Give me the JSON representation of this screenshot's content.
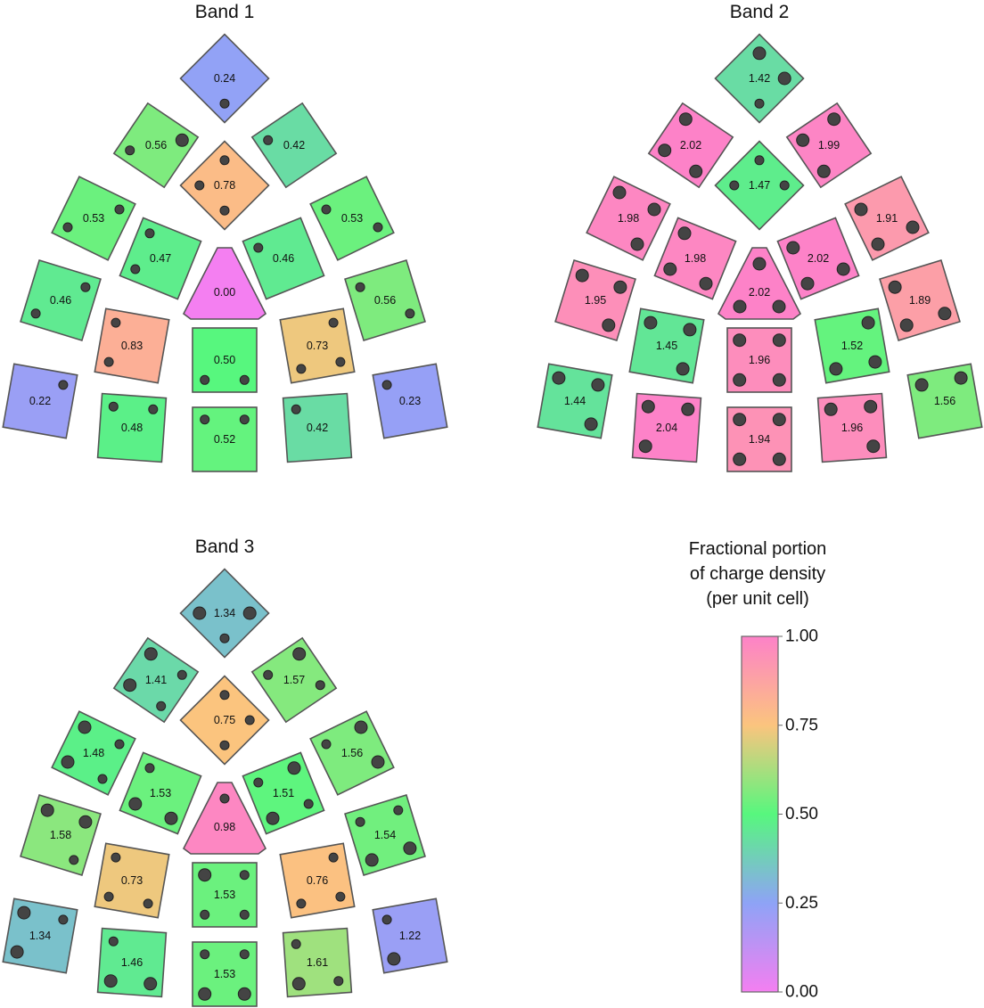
{
  "bands": [
    {
      "title": "Band 1",
      "tiles": [
        {
          "label": "0.24",
          "value": 0.24,
          "dots": [
            0,
            0,
            0,
            2
          ]
        },
        {
          "label": "0.56",
          "value": 0.56,
          "dots": [
            0,
            3,
            2,
            0
          ]
        },
        {
          "label": "0.42",
          "value": 0.42,
          "dots": [
            2,
            0,
            0,
            0
          ]
        },
        {
          "label": "0.78",
          "value": 0.78,
          "dots": [
            2,
            0,
            2,
            2
          ]
        },
        {
          "label": "0.53",
          "value": 0.53,
          "dots": [
            0,
            2,
            2,
            0
          ]
        },
        {
          "label": "0.53",
          "value": 0.53,
          "dots": [
            2,
            0,
            0,
            2
          ]
        },
        {
          "label": "0.47",
          "value": 0.47,
          "dots": [
            2,
            0,
            2,
            0
          ]
        },
        {
          "label": "0.46",
          "value": 0.46,
          "dots": [
            2,
            0,
            0,
            0
          ]
        },
        {
          "label": "0.00",
          "value": 0.0,
          "dots": [
            0,
            0,
            0
          ]
        },
        {
          "label": "0.46",
          "value": 0.46,
          "dots": [
            0,
            2,
            2,
            0
          ]
        },
        {
          "label": "0.56",
          "value": 0.56,
          "dots": [
            2,
            0,
            0,
            2
          ]
        },
        {
          "label": "0.83",
          "value": 0.83,
          "dots": [
            2,
            0,
            2,
            0
          ]
        },
        {
          "label": "0.50",
          "value": 0.5,
          "dots": [
            0,
            0,
            2,
            2
          ]
        },
        {
          "label": "0.73",
          "value": 0.73,
          "dots": [
            0,
            2,
            2,
            2
          ]
        },
        {
          "label": "0.22",
          "value": 0.22,
          "dots": [
            0,
            2,
            0,
            0
          ]
        },
        {
          "label": "0.48",
          "value": 0.48,
          "dots": [
            2,
            2,
            0,
            0
          ]
        },
        {
          "label": "0.52",
          "value": 0.52,
          "dots": [
            2,
            2,
            0,
            0
          ]
        },
        {
          "label": "0.42",
          "value": 0.42,
          "dots": [
            2,
            0,
            0,
            0
          ]
        },
        {
          "label": "0.23",
          "value": 0.23,
          "dots": [
            2,
            0,
            0,
            0
          ]
        }
      ]
    },
    {
      "title": "Band 2",
      "tiles": [
        {
          "label": "1.42",
          "value": 0.42,
          "dots": [
            3,
            3,
            0,
            2
          ]
        },
        {
          "label": "2.02",
          "value": 1.0,
          "dots": [
            3,
            0,
            3,
            3
          ]
        },
        {
          "label": "1.99",
          "value": 0.99,
          "dots": [
            3,
            3,
            3,
            0
          ]
        },
        {
          "label": "1.47",
          "value": 0.47,
          "dots": [
            2,
            2,
            2,
            0
          ]
        },
        {
          "label": "1.98",
          "value": 0.98,
          "dots": [
            3,
            3,
            0,
            3
          ]
        },
        {
          "label": "1.91",
          "value": 0.91,
          "dots": [
            3,
            0,
            3,
            3
          ]
        },
        {
          "label": "1.98",
          "value": 0.98,
          "dots": [
            3,
            0,
            3,
            3
          ]
        },
        {
          "label": "2.02",
          "value": 1.0,
          "dots": [
            3,
            0,
            3,
            3
          ]
        },
        {
          "label": "2.02",
          "value": 1.0,
          "dots": [
            3,
            3,
            3
          ]
        },
        {
          "label": "1.95",
          "value": 0.95,
          "dots": [
            3,
            3,
            0,
            3
          ]
        },
        {
          "label": "1.89",
          "value": 0.89,
          "dots": [
            3,
            0,
            3,
            3
          ]
        },
        {
          "label": "1.45",
          "value": 0.45,
          "dots": [
            3,
            3,
            0,
            3
          ]
        },
        {
          "label": "1.96",
          "value": 0.96,
          "dots": [
            3,
            3,
            3,
            3
          ]
        },
        {
          "label": "1.52",
          "value": 0.52,
          "dots": [
            0,
            3,
            3,
            3
          ]
        },
        {
          "label": "1.44",
          "value": 0.44,
          "dots": [
            3,
            3,
            0,
            3
          ]
        },
        {
          "label": "2.04",
          "value": 1.0,
          "dots": [
            3,
            3,
            3,
            0
          ]
        },
        {
          "label": "1.94",
          "value": 0.94,
          "dots": [
            3,
            3,
            3,
            3
          ]
        },
        {
          "label": "1.96",
          "value": 0.96,
          "dots": [
            3,
            3,
            0,
            3
          ]
        },
        {
          "label": "1.56",
          "value": 0.56,
          "dots": [
            3,
            3,
            0,
            0
          ]
        }
      ]
    },
    {
      "title": "Band 3",
      "tiles": [
        {
          "label": "1.34",
          "value": 0.34,
          "dots": [
            0,
            3,
            3,
            2
          ]
        },
        {
          "label": "1.41",
          "value": 0.41,
          "dots": [
            3,
            2,
            3,
            2
          ]
        },
        {
          "label": "1.57",
          "value": 0.57,
          "dots": [
            2,
            3,
            0,
            2
          ]
        },
        {
          "label": "0.75",
          "value": 0.75,
          "dots": [
            2,
            2,
            0,
            2
          ]
        },
        {
          "label": "1.48",
          "value": 0.48,
          "dots": [
            3,
            2,
            3,
            2
          ]
        },
        {
          "label": "1.56",
          "value": 0.56,
          "dots": [
            2,
            3,
            0,
            3
          ]
        },
        {
          "label": "1.53",
          "value": 0.53,
          "dots": [
            2,
            0,
            3,
            3
          ]
        },
        {
          "label": "1.51",
          "value": 0.51,
          "dots": [
            2,
            3,
            3,
            2
          ]
        },
        {
          "label": "0.98",
          "value": 0.98,
          "dots": [
            2,
            0,
            0
          ]
        },
        {
          "label": "1.58",
          "value": 0.58,
          "dots": [
            3,
            3,
            0,
            2
          ]
        },
        {
          "label": "1.54",
          "value": 0.54,
          "dots": [
            2,
            2,
            3,
            3
          ]
        },
        {
          "label": "0.73",
          "value": 0.73,
          "dots": [
            2,
            0,
            2,
            2
          ]
        },
        {
          "label": "1.53",
          "value": 0.53,
          "dots": [
            3,
            2,
            2,
            2
          ]
        },
        {
          "label": "0.76",
          "value": 0.76,
          "dots": [
            0,
            2,
            2,
            2
          ]
        },
        {
          "label": "1.34",
          "value": 0.34,
          "dots": [
            3,
            2,
            3,
            0
          ]
        },
        {
          "label": "1.46",
          "value": 0.46,
          "dots": [
            2,
            0,
            3,
            3
          ]
        },
        {
          "label": "1.53",
          "value": 0.53,
          "dots": [
            2,
            2,
            3,
            3
          ]
        },
        {
          "label": "1.61",
          "value": 0.61,
          "dots": [
            2,
            0,
            3,
            2
          ]
        },
        {
          "label": "1.22",
          "value": 0.22,
          "dots": [
            2,
            0,
            3,
            0
          ]
        }
      ]
    }
  ],
  "legend": {
    "title_lines": [
      "Fractional portion",
      "of charge density",
      "(per unit cell)"
    ],
    "ticks": [
      {
        "label": "1.00",
        "value": 1.0
      },
      {
        "label": "0.75",
        "value": 0.75
      },
      {
        "label": "0.50",
        "value": 0.5
      },
      {
        "label": "0.25",
        "value": 0.25
      },
      {
        "label": "0.00",
        "value": 0.0
      }
    ],
    "color_stops": [
      "#f47ff1",
      "#8ea3f6",
      "#57f77e",
      "#fbc47e",
      "#fd82c8"
    ]
  }
}
